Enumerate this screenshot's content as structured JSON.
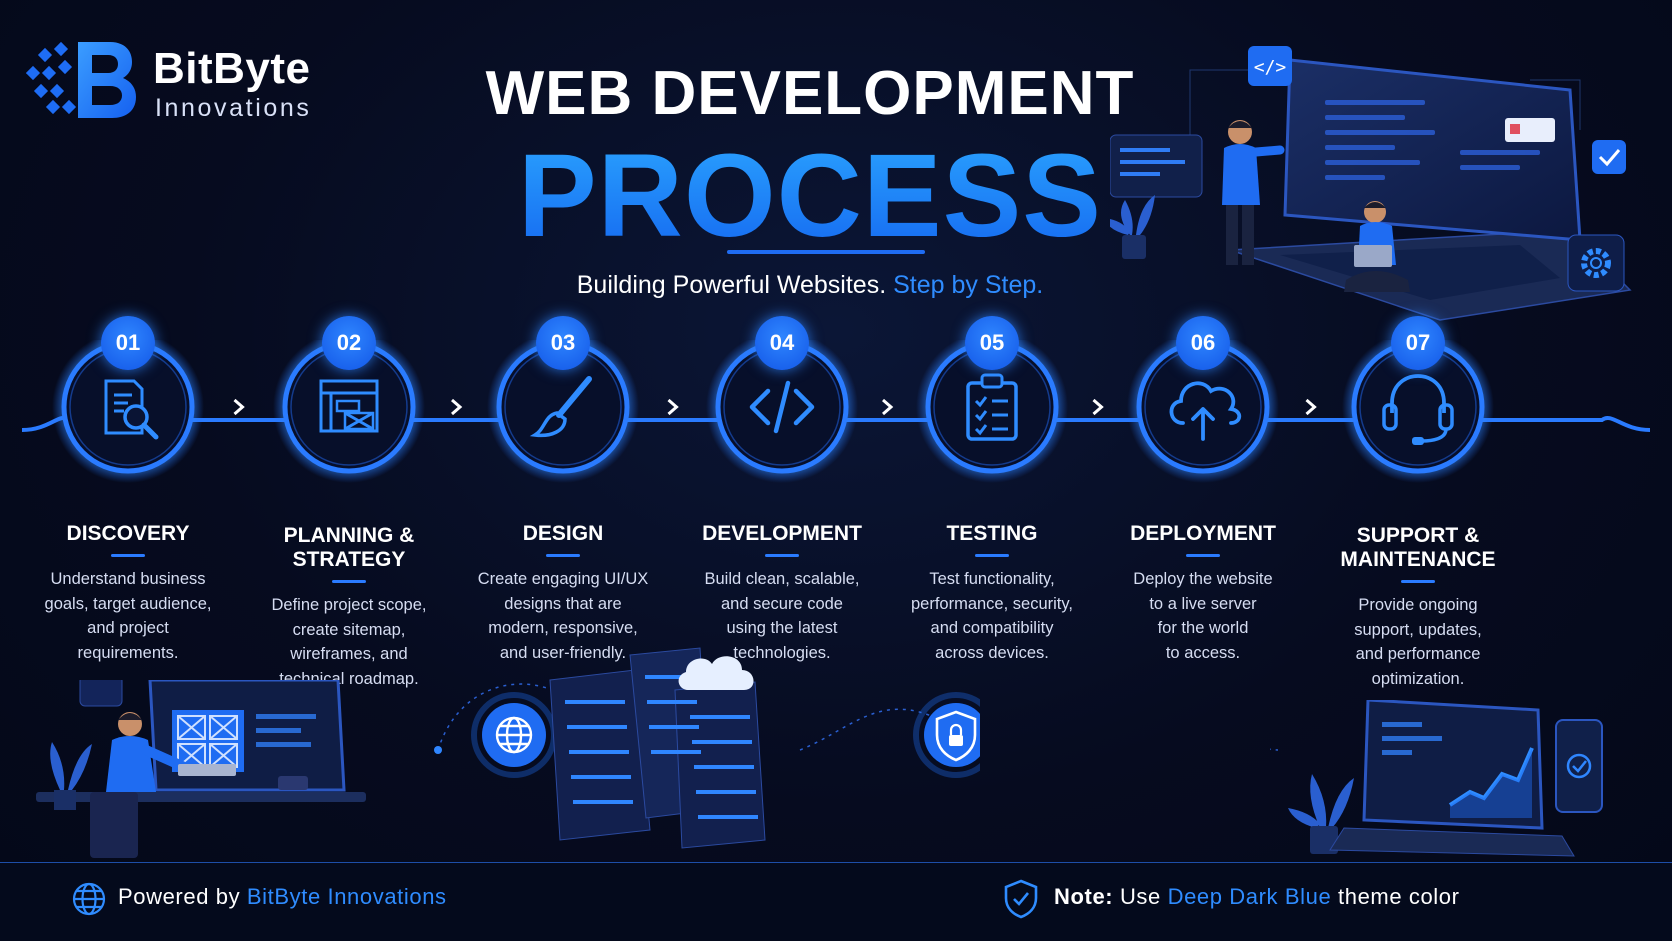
{
  "brand": {
    "name": "BitByte",
    "tagline": "Innovations"
  },
  "header": {
    "title_line1": "WEB DEVELOPMENT",
    "title_line2": "PROCESS",
    "subtitle_main": "Building Powerful Websites.",
    "subtitle_highlight": "Step by Step."
  },
  "steps": [
    {
      "number": "01",
      "icon": "document-search-icon",
      "title": "DISCOVERY",
      "lines": [
        "Understand business",
        "goals, target audience,",
        "and project",
        "requirements."
      ]
    },
    {
      "number": "02",
      "icon": "wireframe-icon",
      "title": "PLANNING &",
      "title2": "STRATEGY",
      "lines": [
        "Define project scope,",
        "create sitemap,",
        "wireframes, and",
        "technical roadmap."
      ]
    },
    {
      "number": "03",
      "icon": "paintbrush-icon",
      "title": "DESIGN",
      "lines": [
        "Create engaging UI/UX",
        "designs that are",
        "modern, responsive,",
        "and user-friendly."
      ]
    },
    {
      "number": "04",
      "icon": "code-icon",
      "title": "DEVELOPMENT",
      "lines": [
        "Build clean, scalable,",
        "and secure code",
        "using the latest",
        "technologies."
      ]
    },
    {
      "number": "05",
      "icon": "clipboard-checklist-icon",
      "title": "TESTING",
      "lines": [
        "Test functionality,",
        "performance, security,",
        "and compatibility",
        "across devices."
      ]
    },
    {
      "number": "06",
      "icon": "cloud-upload-icon",
      "title": "DEPLOYMENT",
      "lines": [
        "Deploy the website",
        "to a live server",
        "for the world",
        "to access."
      ]
    },
    {
      "number": "07",
      "icon": "headset-icon",
      "title": "SUPPORT &",
      "title2": "MAINTENANCE",
      "lines": [
        "Provide ongoing",
        "support, updates,",
        "and performance",
        "optimization."
      ]
    }
  ],
  "footer": {
    "powered_prefix": "Powered by",
    "powered_brand": "BitByte Innovations",
    "note_label": "Note:",
    "note_prefix": "Use",
    "note_highlight": "Deep Dark Blue",
    "note_suffix": "theme color"
  },
  "colors": {
    "accent": "#1f6cf2",
    "accent_light": "#2f8cff",
    "background": "#060b1f"
  }
}
